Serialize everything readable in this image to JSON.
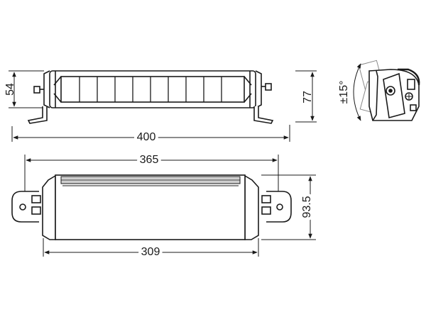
{
  "dimensions": {
    "front_height": "54",
    "front_width": "400",
    "side_height": "77",
    "tilt": "±15°",
    "bottom_mount_width": "365",
    "bottom_height": "93.5",
    "bottom_body_width": "309"
  },
  "colors": {
    "line": "#1a1a1a",
    "fill": "#ffffff",
    "shade": "#777777"
  }
}
